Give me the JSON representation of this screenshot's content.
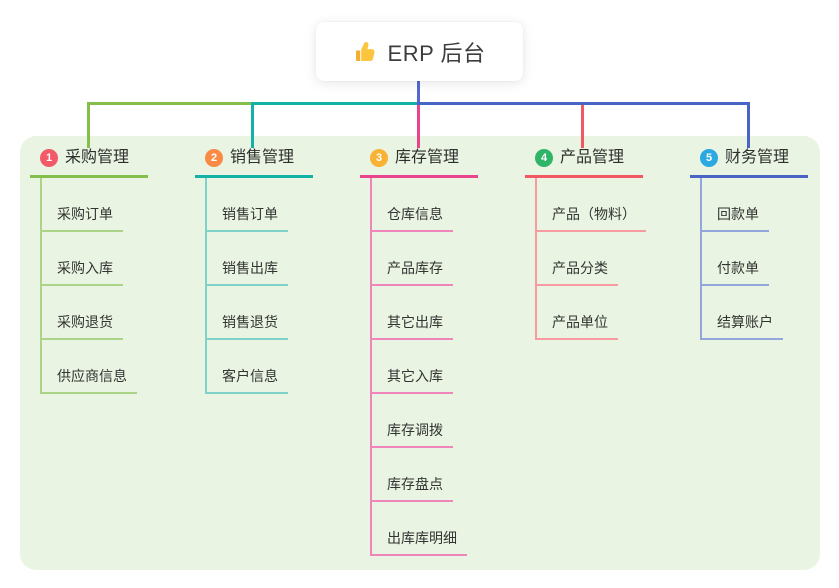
{
  "root": {
    "label": "ERP 后台",
    "icon": "thumbs-up-icon"
  },
  "connectors": {
    "stem_color": "#5668cf",
    "bus_green": "#85bf4b",
    "bus_teal": "#12b2a6",
    "bus_blue": "#4a64c6"
  },
  "panel_bg": "#e9f5e2",
  "branches": [
    {
      "index": "1",
      "label": "采购管理",
      "badge_color": "#f25a68",
      "line_color": "#85bf4b",
      "child_line_color": "#abd489",
      "children": [
        "采购订单",
        "采购入库",
        "采购退货",
        "供应商信息"
      ]
    },
    {
      "index": "2",
      "label": "销售管理",
      "badge_color": "#f98b45",
      "line_color": "#12b2a6",
      "child_line_color": "#7fd1c9",
      "children": [
        "销售订单",
        "销售出库",
        "销售退货",
        "客户信息"
      ]
    },
    {
      "index": "3",
      "label": "库存管理",
      "badge_color": "#f9b234",
      "line_color": "#e8458d",
      "child_line_color": "#ef86ba",
      "children": [
        "仓库信息",
        "产品库存",
        "其它出库",
        "其它入库",
        "库存调拨",
        "库存盘点",
        "出库库明细"
      ]
    },
    {
      "index": "4",
      "label": "产品管理",
      "badge_color": "#2fb567",
      "line_color": "#f25862",
      "child_line_color": "#f89aa1",
      "children": [
        "产品（物料）",
        "产品分类",
        "产品单位"
      ]
    },
    {
      "index": "5",
      "label": "财务管理",
      "badge_color": "#2ba9e0",
      "line_color": "#4a64c6",
      "child_line_color": "#93a7dd",
      "children": [
        "回款单",
        "付款单",
        "结算账户"
      ]
    }
  ]
}
